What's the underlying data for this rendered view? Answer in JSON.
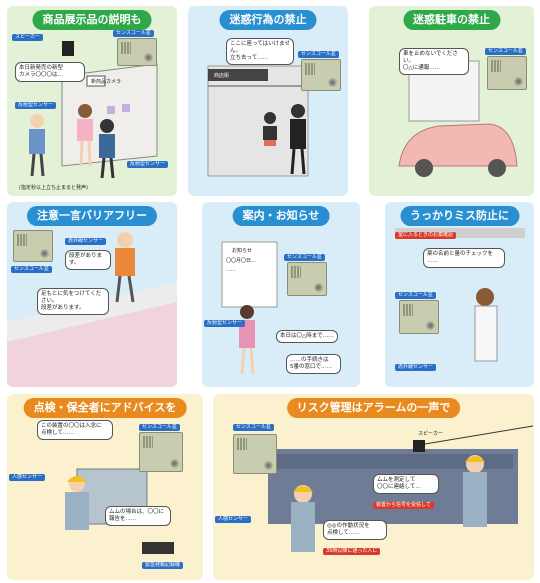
{
  "panels": [
    {
      "title": "商品展示品の説明も",
      "tags": {
        "speaker": "スピーカー",
        "sensor_call": "センスコール並",
        "sensor_left": "反射型センサー",
        "sensor_right": "反射型センサー",
        "sign": "新商品カメラ"
      },
      "bubble": "本日新発売の新型\nカメラ〇〇〇は…",
      "caption": "(指定秒以上立ち止まると発声)"
    },
    {
      "title": "迷惑行為の禁止",
      "tags": {
        "sensor_call": "センスコール並",
        "sign": "商店街"
      },
      "bubble": "ここに座ってはいけません。\n立ち去って……"
    },
    {
      "title": "迷惑駐車の禁止",
      "tags": {
        "sensor_call": "センスコール並"
      },
      "bubble": "車を止めないでください。\n〇△に通報……"
    },
    {
      "title": "注意一言バリアフリー",
      "tags": {
        "sensor_call": "センスコール並",
        "sensor": "赤外線センサー"
      },
      "bubbles": [
        "段差があります。",
        "足もとに気をつけてください。\n段差があります。"
      ]
    },
    {
      "title": "案内・お知らせ",
      "tags": {
        "sensor_call": "センスコール並",
        "sensor": "反射型センサー"
      },
      "notice": [
        "お知らせ",
        "〇〇月〇日…",
        "……"
      ],
      "bubbles": [
        "本日は〇△時まで……",
        "……の手続きは\n5番の窓口で……"
      ]
    },
    {
      "title": "うっかりミス防止に",
      "tags": {
        "sensor_call": "センスコール並",
        "sensor": "赤外線センサー",
        "shelf": "室に入るときのお薬確認"
      },
      "bubble": "薬の名前と量のチェックを\n……"
    },
    {
      "title": "点検・保全者にアドバイスを",
      "tags": {
        "sensor_call": "センスコール並",
        "sensor": "人感センサー",
        "recorder": "緊急発報記録機"
      },
      "bubbles": [
        "この装置の〇〇は入念に\n点検して……",
        "ムムの場合は、〇〇に\n報告を……"
      ]
    },
    {
      "title": "リスク管理はアラームの一声で",
      "tags": {
        "sensor_call": "センスコール並",
        "speaker": "スピーカー",
        "sensor": "人感センサー"
      },
      "bubbles": [
        "ムムを測定して\n〇〇に連絡して…",
        "◎◎の作動状況を\n点検して……"
      ],
      "red_tags": [
        "装置から信号を受信して",
        "35時以降に通った人に"
      ]
    }
  ]
}
